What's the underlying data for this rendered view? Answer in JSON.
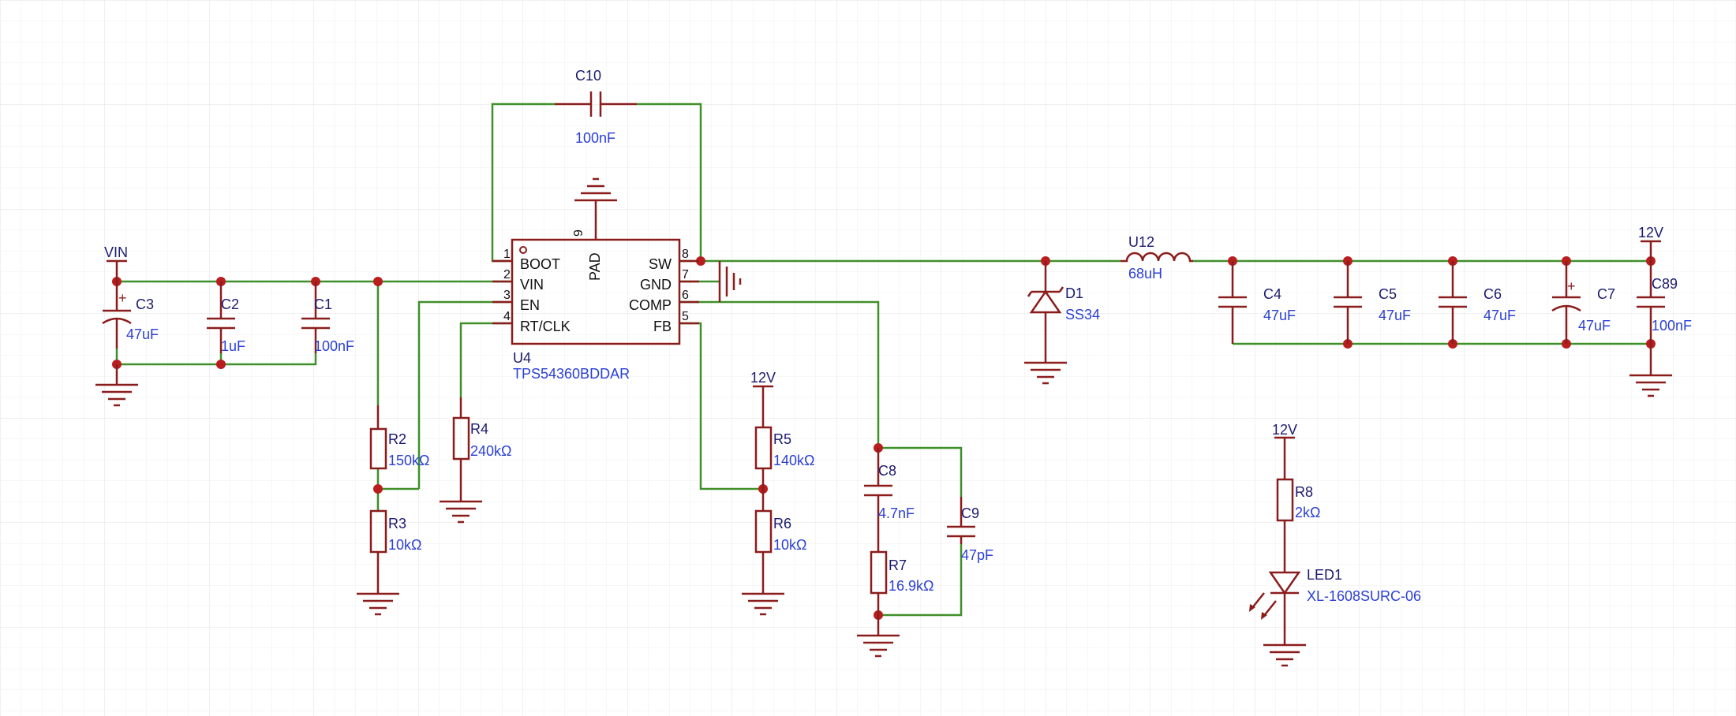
{
  "colors": {
    "wire": "#3f8f2a",
    "component": "#8b1c1c",
    "junction": "#b81e1e",
    "designator": "#1a1a6e",
    "value": "#2a3fd6",
    "grid": "#efefef"
  },
  "ic": {
    "designator": "U4",
    "part": "TPS54360BDDAR",
    "pins_left": [
      {
        "num": "1",
        "name": "BOOT"
      },
      {
        "num": "2",
        "name": "VIN"
      },
      {
        "num": "3",
        "name": "EN"
      },
      {
        "num": "4",
        "name": "RT/CLK"
      }
    ],
    "pins_right": [
      {
        "num": "8",
        "name": "SW"
      },
      {
        "num": "7",
        "name": "GND"
      },
      {
        "num": "6",
        "name": "COMP"
      },
      {
        "num": "5",
        "name": "FB"
      }
    ],
    "pad": {
      "num": "9",
      "name": "PAD"
    }
  },
  "components": {
    "C10": {
      "ref": "C10",
      "value": "100nF"
    },
    "C3": {
      "ref": "C3",
      "value": "47uF"
    },
    "C2": {
      "ref": "C2",
      "value": "1uF"
    },
    "C1": {
      "ref": "C1",
      "value": "100nF"
    },
    "R2": {
      "ref": "R2",
      "value": "150kΩ"
    },
    "R3": {
      "ref": "R3",
      "value": "10kΩ"
    },
    "R4": {
      "ref": "R4",
      "value": "240kΩ"
    },
    "R5": {
      "ref": "R5",
      "value": "140kΩ"
    },
    "R6": {
      "ref": "R6",
      "value": "10kΩ"
    },
    "C8": {
      "ref": "C8",
      "value": "4.7nF"
    },
    "C9": {
      "ref": "C9",
      "value": "47pF"
    },
    "R7": {
      "ref": "R7",
      "value": "16.9kΩ"
    },
    "D1": {
      "ref": "D1",
      "value": "SS34"
    },
    "U12": {
      "ref": "U12",
      "value": "68uH"
    },
    "C4": {
      "ref": "C4",
      "value": "47uF"
    },
    "C5": {
      "ref": "C5",
      "value": "47uF"
    },
    "C6": {
      "ref": "C6",
      "value": "47uF"
    },
    "C7": {
      "ref": "C7",
      "value": "47uF"
    },
    "C89": {
      "ref": "C89",
      "value": "100nF"
    },
    "R8": {
      "ref": "R8",
      "value": "2kΩ"
    },
    "LED1": {
      "ref": "LED1",
      "value": "XL-1608SURC-06"
    }
  },
  "power_ports": {
    "vin": "VIN",
    "v12_out": "12V",
    "v12_r5": "12V",
    "v12_r8": "12V"
  },
  "polarity_mark": "+"
}
